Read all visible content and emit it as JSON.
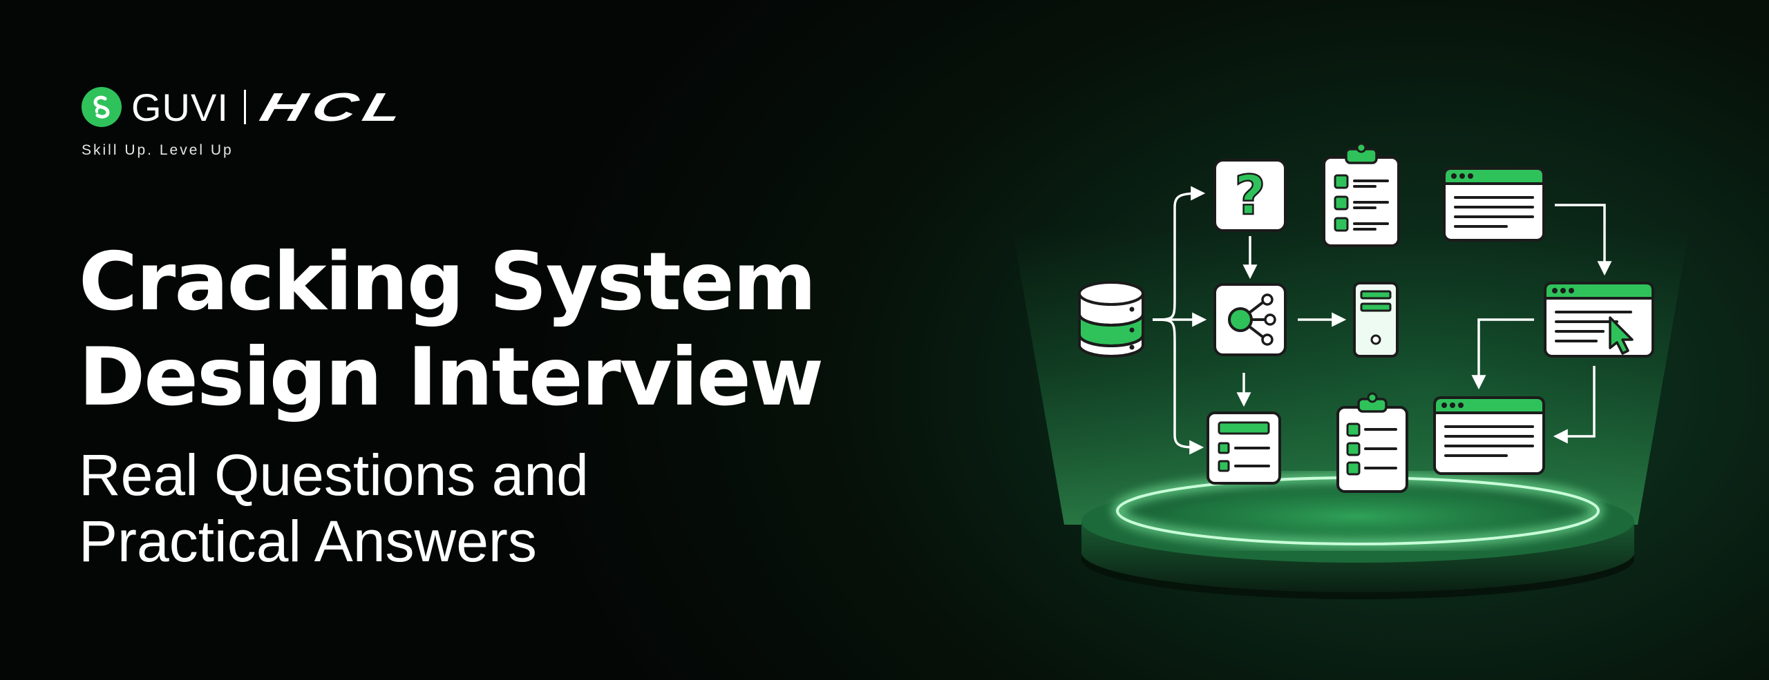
{
  "brand": {
    "name": "GUVI",
    "partner": "HCL",
    "tagline": "Skill Up. Level Up",
    "logo_icon": "guvi-logo-icon"
  },
  "headline": {
    "title_line1": "Cracking System",
    "title_line2": "Design Interview",
    "subtitle_line1": "Real Questions and",
    "subtitle_line2": "Practical Answers"
  },
  "illustration": {
    "question_mark": "?",
    "icons": [
      "database-icon",
      "question-card-icon",
      "checklist-clipboard-icon",
      "browser-window-icon",
      "network-node-icon",
      "server-icon",
      "browser-cursor-icon",
      "list-card-icon",
      "browser-window-icon",
      "glowing-platform"
    ]
  },
  "colors": {
    "accent": "#2fc25b",
    "background": "#040605",
    "card": "#ffffff",
    "glow": "#5ef08a"
  }
}
